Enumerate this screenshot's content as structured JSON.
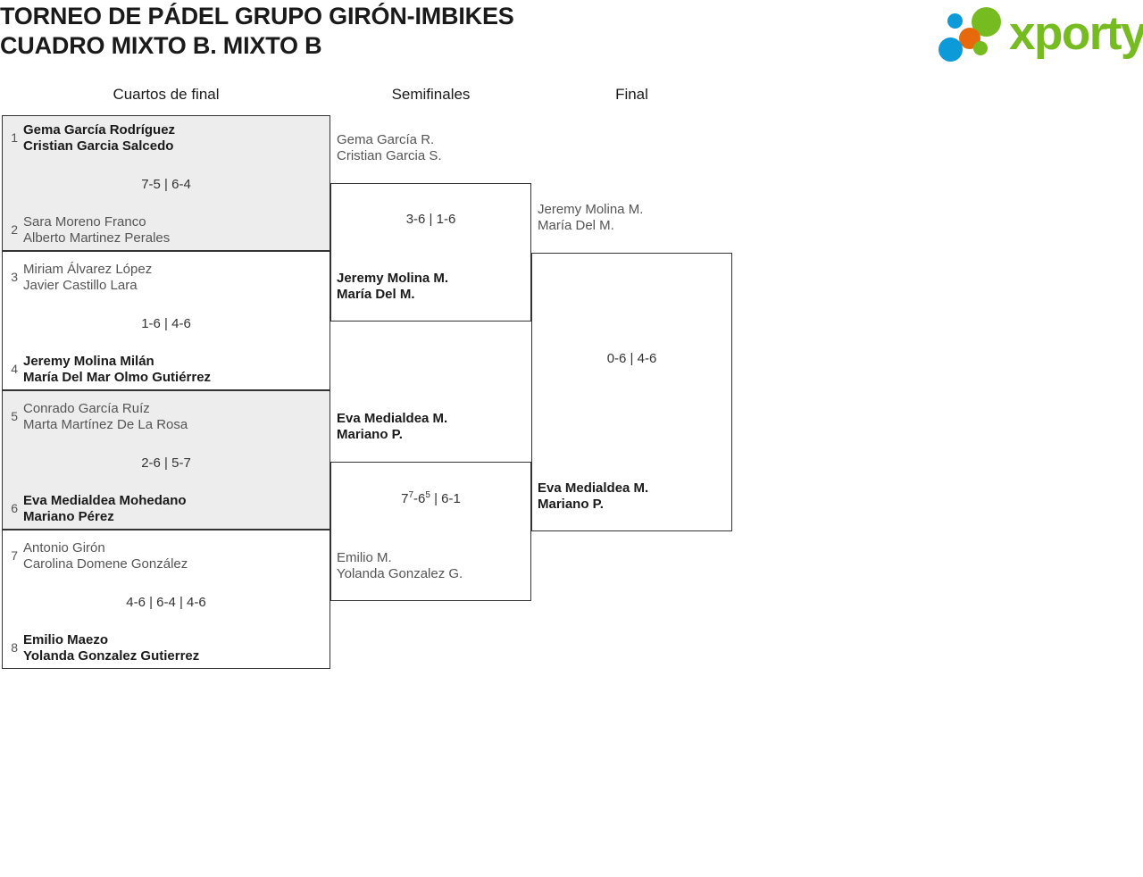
{
  "header": {
    "title_line1": "TORNEO DE PÁDEL GRUPO GIRÓN-IMBIKES",
    "title_line2": "CUADRO MIXTO B. MIXTO B",
    "logo_text": "xporty"
  },
  "rounds": [
    {
      "label": "Cuartos de final"
    },
    {
      "label": "Semifinales"
    },
    {
      "label": "Final"
    }
  ],
  "quarterfinals": [
    {
      "score": "7-5 | 6-4",
      "top": {
        "seed": "1",
        "player1": "Gema García Rodríguez",
        "player2": "Cristian Garcia Salcedo",
        "winner": true
      },
      "bottom": {
        "seed": "2",
        "player1": "Sara Moreno Franco",
        "player2": "Alberto Martinez Perales",
        "winner": false
      }
    },
    {
      "score": "1-6 | 4-6",
      "top": {
        "seed": "3",
        "player1": "Miriam Álvarez López",
        "player2": "Javier Castillo Lara",
        "winner": false
      },
      "bottom": {
        "seed": "4",
        "player1": "Jeremy Molina Milán",
        "player2": "María Del Mar Olmo Gutiérrez",
        "winner": true
      }
    },
    {
      "score": "2-6 | 5-7",
      "top": {
        "seed": "5",
        "player1": "Conrado García Ruíz",
        "player2": "Marta Martínez De La Rosa",
        "winner": false
      },
      "bottom": {
        "seed": "6",
        "player1": "Eva Medialdea Mohedano",
        "player2": "Mariano Pérez",
        "winner": true
      }
    },
    {
      "score": "4-6 | 6-4 | 4-6",
      "top": {
        "seed": "7",
        "player1": "Antonio Girón",
        "player2": "Carolina Domene González",
        "winner": false
      },
      "bottom": {
        "seed": "8",
        "player1": "Emilio Maezo",
        "player2": "Yolanda Gonzalez Gutierrez",
        "winner": true
      }
    }
  ],
  "semifinals": [
    {
      "score_html": "3-6 | 1-6",
      "top": {
        "player1": "Gema García R.",
        "player2": "Cristian Garcia S.",
        "winner": false
      },
      "bottom": {
        "player1": "Jeremy Molina M.",
        "player2": "María Del M.",
        "winner": true
      }
    },
    {
      "score_html": "7<sup>7</sup>-6<sup>5</sup> | 6-1",
      "top": {
        "player1": "Eva Medialdea M.",
        "player2": "Mariano P.",
        "winner": true
      },
      "bottom": {
        "player1": "Emilio M.",
        "player2": "Yolanda Gonzalez G.",
        "winner": false
      }
    }
  ],
  "final": {
    "score": "0-6 | 4-6",
    "top": {
      "player1": "Jeremy Molina M.",
      "player2": "María Del M.",
      "winner": false
    },
    "bottom": {
      "player1": "Eva Medialdea M.",
      "player2": "Mariano P.",
      "winner": true
    }
  },
  "colors": {
    "logo_green": "#76bc21",
    "logo_blue": "#0c9ad8",
    "logo_orange": "#e8690b",
    "box_border": "#333333",
    "box_shaded": "#ededed"
  }
}
